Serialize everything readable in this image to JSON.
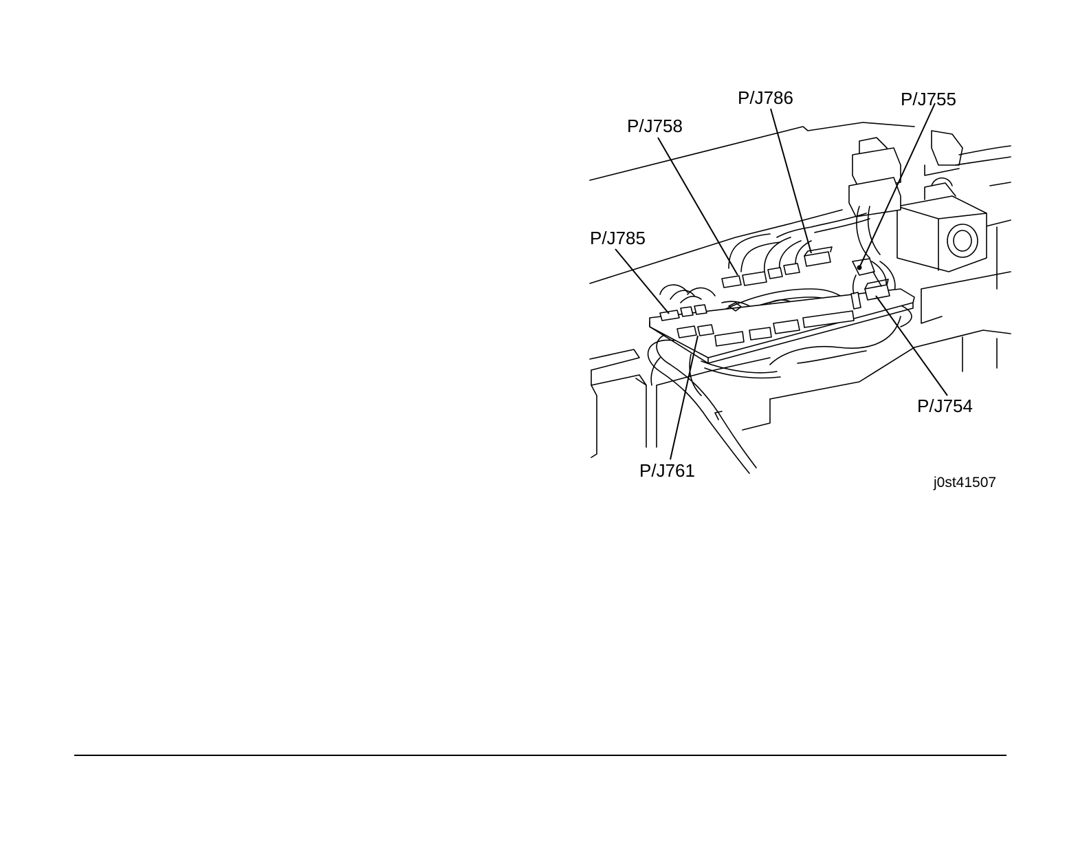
{
  "diagram": {
    "callouts": [
      {
        "id": "pj786",
        "text": "P/J786"
      },
      {
        "id": "pj755",
        "text": "P/J755"
      },
      {
        "id": "pj758",
        "text": "P/J758"
      },
      {
        "id": "pj785",
        "text": "P/J785"
      },
      {
        "id": "pj754",
        "text": "P/J754"
      },
      {
        "id": "pj761",
        "text": "P/J761"
      }
    ],
    "figure_id": "j0st41507"
  }
}
